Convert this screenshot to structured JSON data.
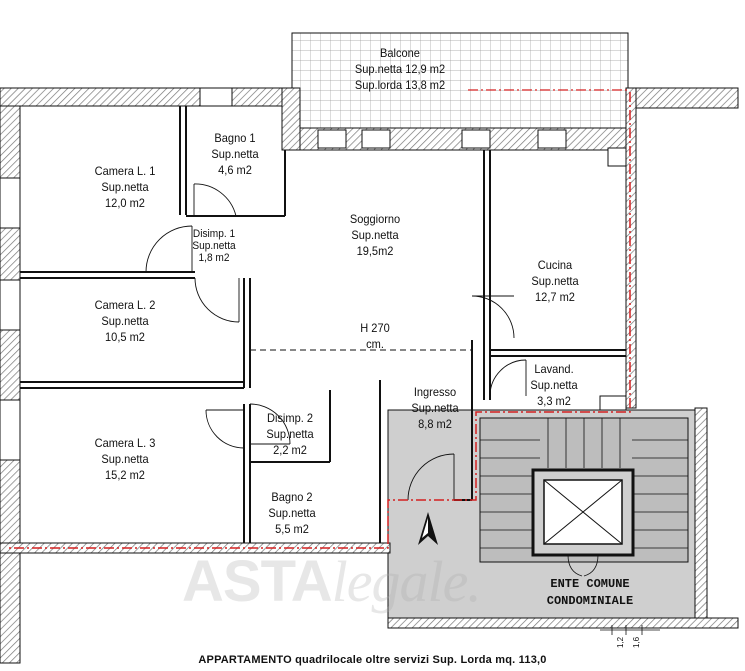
{
  "colors": {
    "wall": "#9a9a9a",
    "line": "#111111",
    "boundary": "#d42020",
    "common_area": "#cfcfcf"
  },
  "rooms": {
    "balcone": {
      "name": "Balcone",
      "line1": "Sup.netta 12,9 m2",
      "line2": "Sup.lorda 13,8 m2"
    },
    "bagno1": {
      "name": "Bagno 1",
      "line1": "Sup.netta",
      "line2": "4,6 m2"
    },
    "camera1": {
      "name": "Camera L. 1",
      "line1": "Sup.netta",
      "line2": "12,0 m2"
    },
    "disimp1": {
      "name": "Disimp. 1",
      "line1": "Sup.netta",
      "line2": "1,8 m2"
    },
    "soggiorno": {
      "name": "Soggiorno",
      "line1": "Sup.netta",
      "line2": "19,5m2"
    },
    "cucina": {
      "name": "Cucina",
      "line1": "Sup.netta",
      "line2": "12,7 m2"
    },
    "camera2": {
      "name": "Camera L. 2",
      "line1": "Sup.netta",
      "line2": "10,5 m2"
    },
    "height": {
      "name": "H 270",
      "line1": "cm."
    },
    "lavand": {
      "name": "Lavand.",
      "line1": "Sup.netta",
      "line2": "3,3 m2"
    },
    "ingresso": {
      "name": "Ingresso",
      "line1": "Sup.netta",
      "line2": "8,8 m2"
    },
    "disimp2": {
      "name": "Disimp. 2",
      "line1": "Sup.netta",
      "line2": "2,2 m2"
    },
    "camera3": {
      "name": "Camera L. 3",
      "line1": "Sup.netta",
      "line2": "15,2 m2"
    },
    "bagno2": {
      "name": "Bagno 2",
      "line1": "Sup.netta",
      "line2": "5,5 m2"
    }
  },
  "common_area": {
    "line1": "ENTE COMUNE",
    "line2": "CONDOMINIALE"
  },
  "watermark": {
    "main": "ASTA",
    "suffix": "legale."
  },
  "dimensions": {
    "d1": "1,2",
    "d2": "1,6"
  },
  "north_icon": "north-arrow-icon",
  "footer": {
    "caption": "APPARTAMENTO quadrilocale oltre servizi Sup. Lorda mq. 113,0"
  }
}
